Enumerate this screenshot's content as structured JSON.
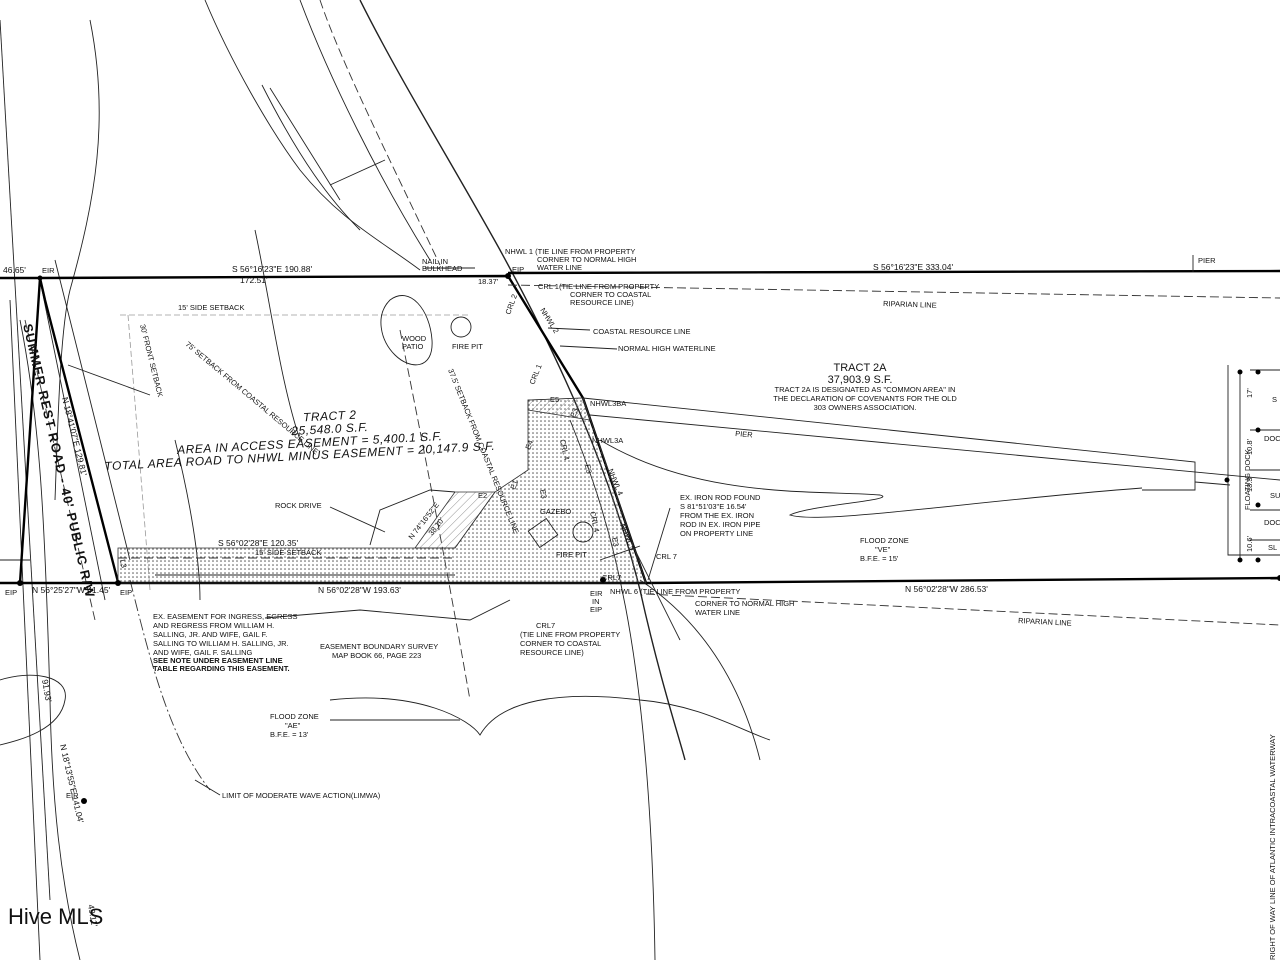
{
  "road": {
    "name": "SUMMER REST ROAD - 40' PUBLIC R/W"
  },
  "tract2": {
    "title": "TRACT 2",
    "area": "25,548.0 S.F.",
    "easement_area": "AREA IN ACCESS EASEMENT = 5,400.1 S.F.",
    "total_area": "TOTAL AREA ROAD TO NHWL MINUS EASEMENT = 20,147.9 S.F."
  },
  "tract2a": {
    "title": "TRACT 2A",
    "area": "37,903.9 S.F.",
    "note": [
      "TRACT 2A IS DESIGNATED AS \"COMMON AREA\" IN",
      "THE DECLARATION OF COVENANTS FOR THE OLD",
      "303 OWNERS ASSOCIATION."
    ]
  },
  "bearings": {
    "north_top": "S 56°16'23\"E 190.88'",
    "north_top_seg": "172.51'",
    "north_top_east": "S 56°16'23\"E 333.04'",
    "south_main": "N 56°02'28\"W 193.63'",
    "south_east": "N 56°02'28\"W 286.53'",
    "south_west": "N 56°25'27\"W 41.45'",
    "west_side": "N 18°41'07\"E 129.81'",
    "easement_line": "S 56°02'28\"E 120.35'",
    "diag_e2": "N 74°16'52\"E",
    "diag_e2_dist": "38.10'",
    "far_left_dist": "46.65'",
    "seg_18": "18.37'",
    "lower_bearing": "N 18°13'55\"E 141.04'",
    "lower_dist_1": "91.93'",
    "lower_dist_2": "49.11'",
    "iron_rod_bearing": "S 81°51'03\"E 16.54'"
  },
  "labels": {
    "eir_top": "EIR",
    "eir_low": "EIR",
    "eip_left": "EIP",
    "eip_left2": "EIP",
    "eip_mid": "EIP",
    "eir_in_eip": [
      "EIR",
      "IN",
      "EIP"
    ],
    "nail": [
      "NAIL IN",
      "BULKHEAD"
    ],
    "pier_top": "PIER",
    "pier_mid": "PIER",
    "riparian_1": "RIPARIAN LINE",
    "riparian_2": "RIPARIAN LINE",
    "nhwl1": [
      "NHWL 1 (TIE LINE FROM PROPERTY",
      "CORNER TO NORMAL HIGH",
      "WATER LINE"
    ],
    "crl1": [
      "CRL 1(TIE LINE FROM PROPERTY",
      "CORNER TO COASTAL",
      "RESOURCE LINE)"
    ],
    "coastal_resource": "COASTAL RESOURCE LINE",
    "normal_high": "NORMAL HIGH WATERLINE",
    "nhwl3ba": "NHWL3BA",
    "nhwl3a": "NHWL3A",
    "iron_rod": [
      "EX. IRON ROD FOUND",
      "FROM THE EX. IRON",
      "ROD IN EX. IRON PIPE",
      "ON PROPERTY LINE"
    ],
    "crl7_label": "CRL 7",
    "crl7_short": "CRL7",
    "nhwl6": [
      "NHWL 6 (TIE LINE FROM PROPERTY",
      "CORNER TO NORMAL HIGH",
      "WATER LINE"
    ],
    "crl7_note": [
      "CRL7",
      "(TIE LINE FROM PROPERTY",
      "CORNER TO COASTAL",
      "RESOURCE LINE)"
    ],
    "wood_patio": [
      "WOOD",
      "PATIO"
    ],
    "fire_pit_1": "FIRE PIT",
    "fire_pit_2": "FIRE PIT",
    "gazebo": "GAZEBO",
    "rock_drive": "ROCK DRIVE",
    "side_setback_top": "15' SIDE SETBACK",
    "side_setback_bottom": "15' SIDE SETBACK",
    "front_setback": "30' FRONT SETBACK",
    "setback_75": "75' SETBACK FROM COASTAL RESOURCE LINE",
    "setback_375": "37.5' SETBACK FROM COASTAL RESOURCE LINE",
    "easement_note": [
      "EX. EASEMENT FOR INGRESS, EGRESS",
      "AND REGRESS FROM WILLIAM H.",
      "SALLING, JR. AND WIFE, GAIL F.",
      "SALLING TO WILLIAM H. SALLING, JR.",
      "AND WIFE, GAIL F. SALLING",
      "SEE NOTE UNDER EASEMENT LINE",
      "TABLE REGARDING THIS EASEMENT."
    ],
    "boundary_survey": [
      "EASEMENT BOUNDARY SURVEY",
      "MAP BOOK 66, PAGE 223"
    ],
    "flood_ae": [
      "FLOOD ZONE",
      "\"AE\"",
      "B.F.E. = 13'"
    ],
    "flood_ve": [
      "FLOOD ZONE",
      "\"VE\"",
      "B.F.E. = 15'"
    ],
    "limwa": "LIMIT OF MODERATE WAVE ACTION(LIMWA)",
    "floating_dock": "FLOATING DOCK",
    "dock_dims": [
      "17'",
      "10.8'",
      "18.3'",
      "10.6'"
    ],
    "dock_letters": [
      "S",
      "DOC",
      "SU",
      "DOC",
      "SL"
    ],
    "right_vertical": "RIGHT OF WAY LINE OF ATLANTIC INTRACOASTAL WATERWAY",
    "edge_labels": [
      "CRL 2",
      "NHWL 2",
      "CRL 1",
      "E5",
      "E3",
      "E4",
      "CRL 4",
      "E1",
      "E2",
      "E3",
      "NHWL 4",
      "CRL 4",
      "E3",
      "NHWL 5",
      "E3",
      "L3"
    ]
  },
  "watermark": "Hive MLS"
}
